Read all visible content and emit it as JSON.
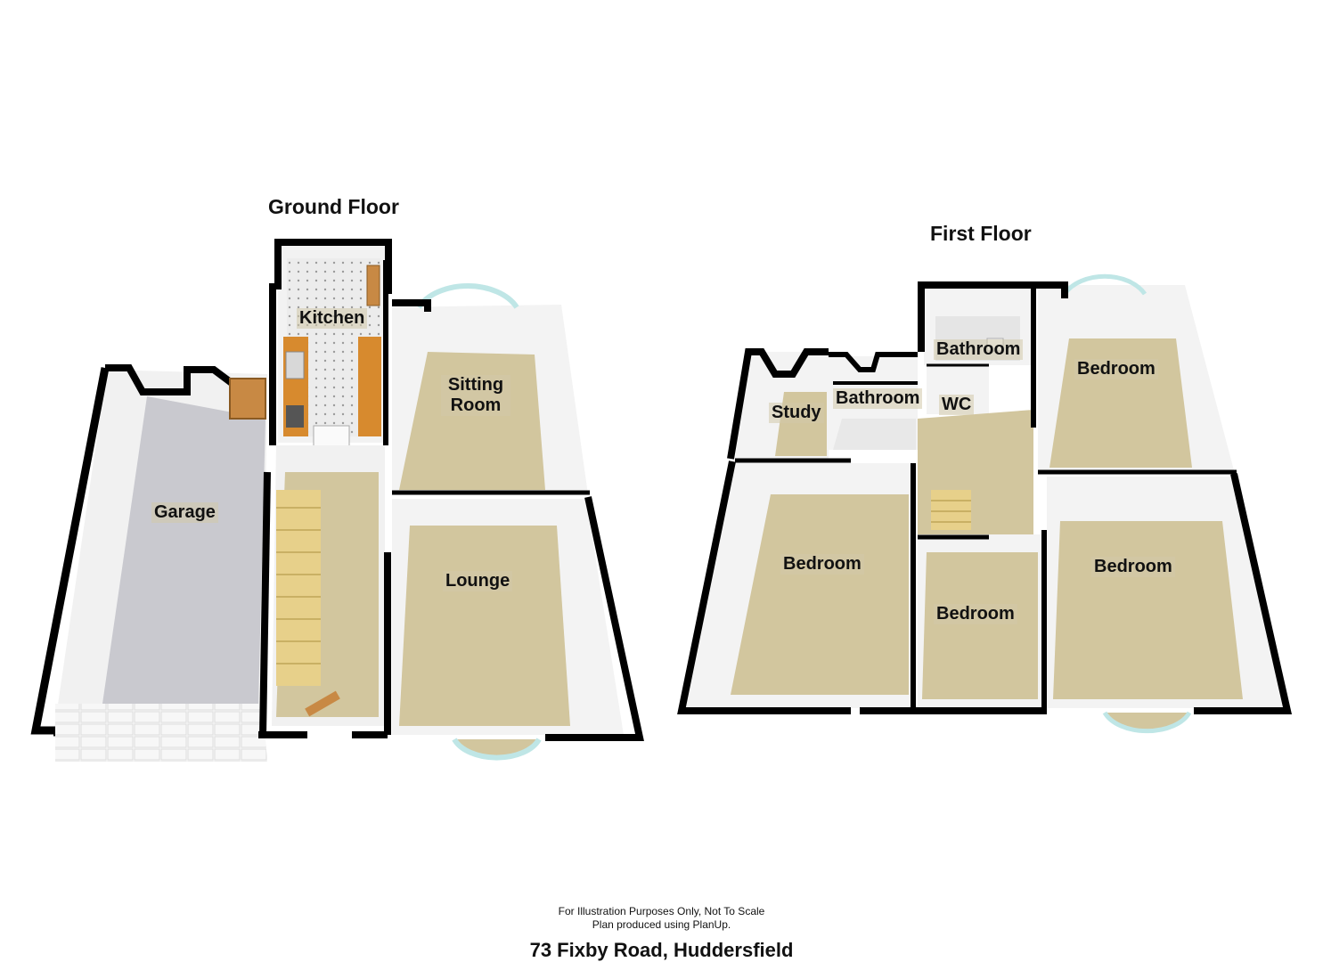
{
  "floors": [
    {
      "title": "Ground Floor",
      "rooms": [
        "Kitchen",
        "Sitting Room",
        "Garage",
        "Lounge"
      ]
    },
    {
      "title": "First Floor",
      "rooms": [
        "Bathroom",
        "Bedroom",
        "Study",
        "Bathroom",
        "WC",
        "Bedroom",
        "Bedroom",
        "Bedroom"
      ]
    }
  ],
  "footer": {
    "note_line1": "For Illustration Purposes Only, Not To Scale",
    "note_line2": "Plan produced using PlanUp.",
    "address": "73 Fixby Road, Huddersfield"
  },
  "colors": {
    "wall": "#000000",
    "carpet": "#d2c69e",
    "garage_floor": "#c9c9cf",
    "kitchen_floor": "#e6e6e6",
    "worktop": "#d78a2e",
    "inner_wall": "#f4f4f4",
    "window_glow": "#bfe6e6"
  }
}
